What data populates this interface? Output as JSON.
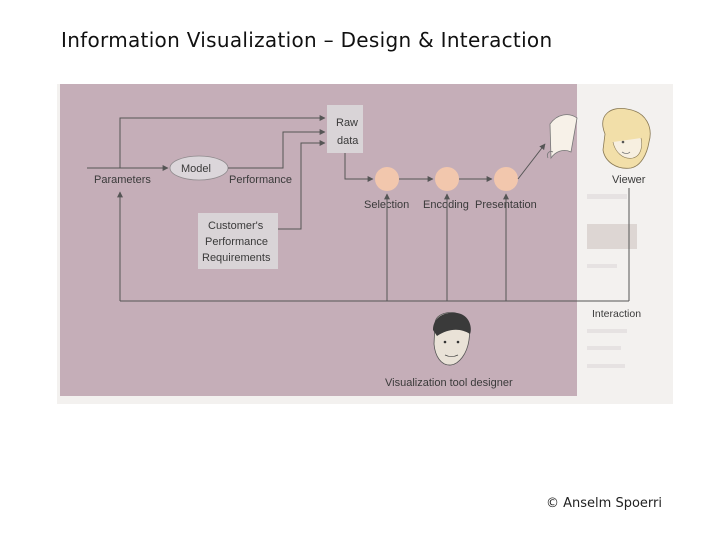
{
  "slide": {
    "title": "Information Visualization – Design & Interaction",
    "copyright": "© Anselm Spoerri"
  },
  "diagram": {
    "nodes": {
      "raw_data": [
        "Raw",
        "data"
      ],
      "model": "Model",
      "parameters": "Parameters",
      "performance": "Performance",
      "customer_requirements": [
        "Customer's",
        "Performance",
        "Requirements"
      ],
      "selection": "Selection",
      "encoding": "Encoding",
      "presentation": "Presentation",
      "viewer": "Viewer",
      "interaction": "Interaction",
      "designer": "Visualization tool designer"
    },
    "colors": {
      "panel": "#c5aeb8",
      "box": "#d9d4d7",
      "model_ellipse": "#dbd6da",
      "pipeline_circle": "#f2c7ad",
      "line": "#555555",
      "background": "#f3f1ef"
    }
  }
}
